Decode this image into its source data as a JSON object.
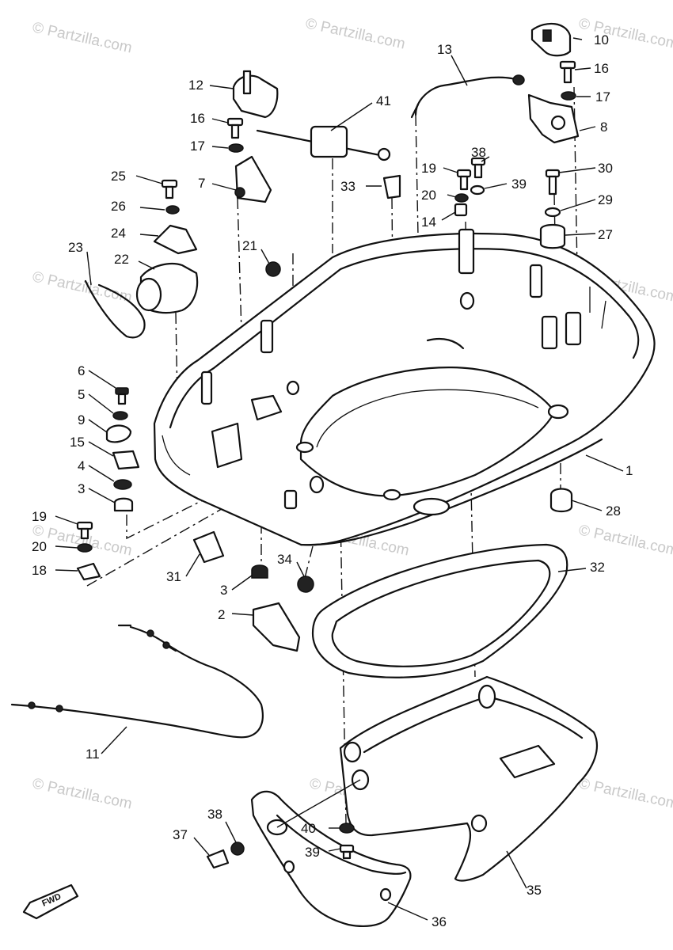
{
  "watermark": "© Partzilla.com",
  "fwd_mark": "FWD",
  "part_numbers": [
    "1",
    "2",
    "3",
    "3",
    "4",
    "5",
    "6",
    "7",
    "8",
    "9",
    "10",
    "11",
    "12",
    "13",
    "14",
    "15",
    "16",
    "16",
    "17",
    "17",
    "18",
    "19",
    "19",
    "20",
    "20",
    "21",
    "22",
    "23",
    "24",
    "25",
    "26",
    "27",
    "28",
    "29",
    "30",
    "31",
    "32",
    "33",
    "34",
    "35",
    "36",
    "37",
    "38",
    "38",
    "39",
    "39",
    "40",
    "41"
  ]
}
